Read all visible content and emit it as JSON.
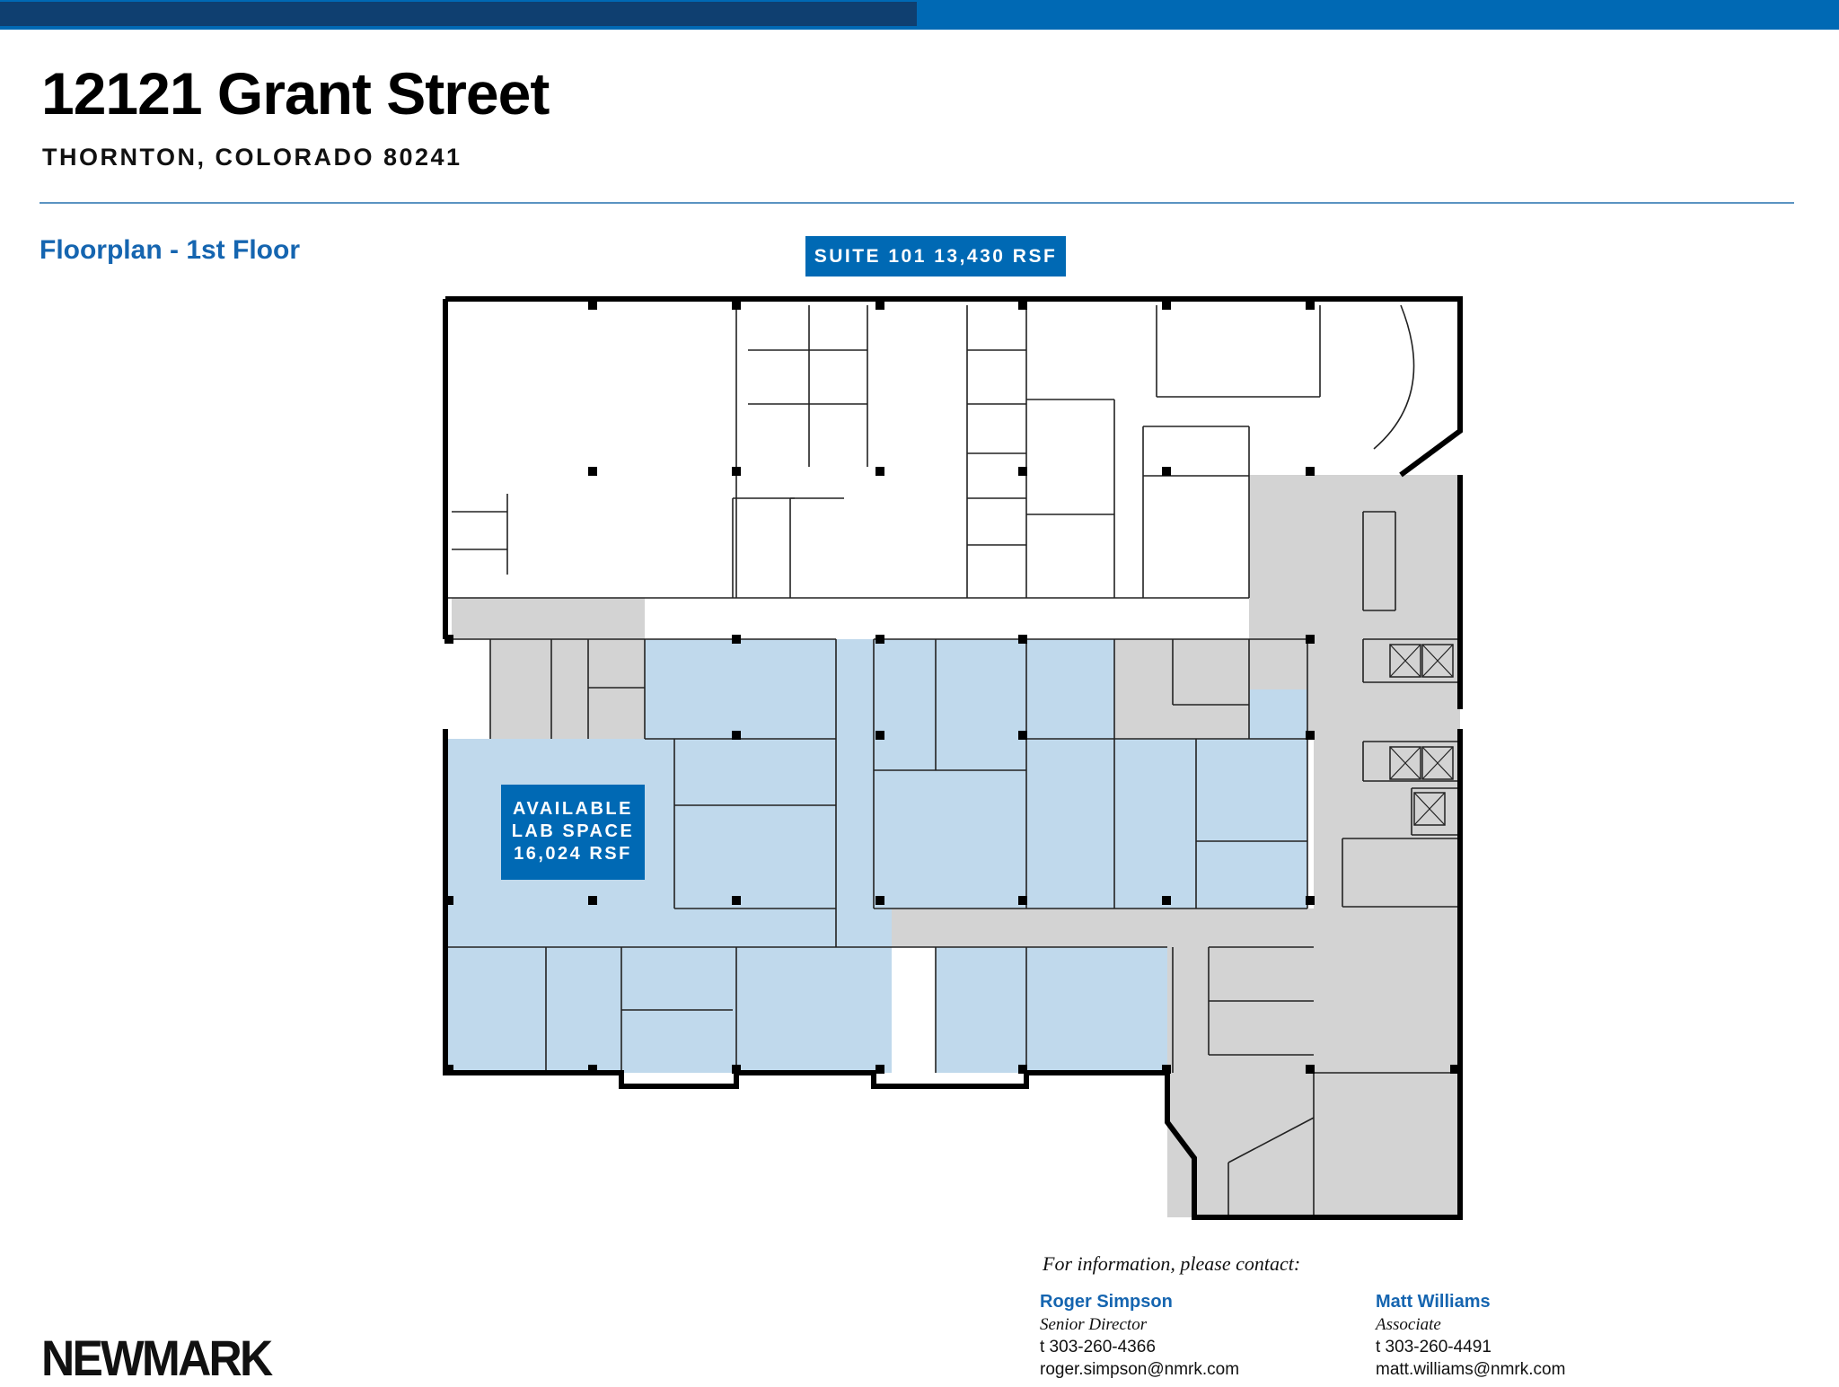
{
  "header": {
    "title": "12121 Grant Street",
    "subtitle": "THORNTON, COLORADO 80241",
    "section_title": "Floorplan - 1st Floor"
  },
  "floorplan": {
    "suite_label": "SUITE 101 13,430 RSF",
    "lab_label": [
      "AVAILABLE",
      "LAB SPACE",
      "16,024 RSF"
    ],
    "colors": {
      "available": "#c0d9ec",
      "common": "#d3d3d3",
      "walls": "#000000",
      "brand": "#0069b4",
      "navy": "#0f3f70"
    }
  },
  "logo": {
    "text": "NEWMARK"
  },
  "contact": {
    "intro": "For information, please contact:",
    "people": [
      {
        "name": "Roger Simpson",
        "role": "Senior Director",
        "phone": "t  303-260-4366",
        "email": "roger.simpson@nmrk.com"
      },
      {
        "name": "Matt Williams",
        "role": "Associate",
        "phone": "t  303-260-4491",
        "email": "matt.williams@nmrk.com"
      }
    ]
  }
}
